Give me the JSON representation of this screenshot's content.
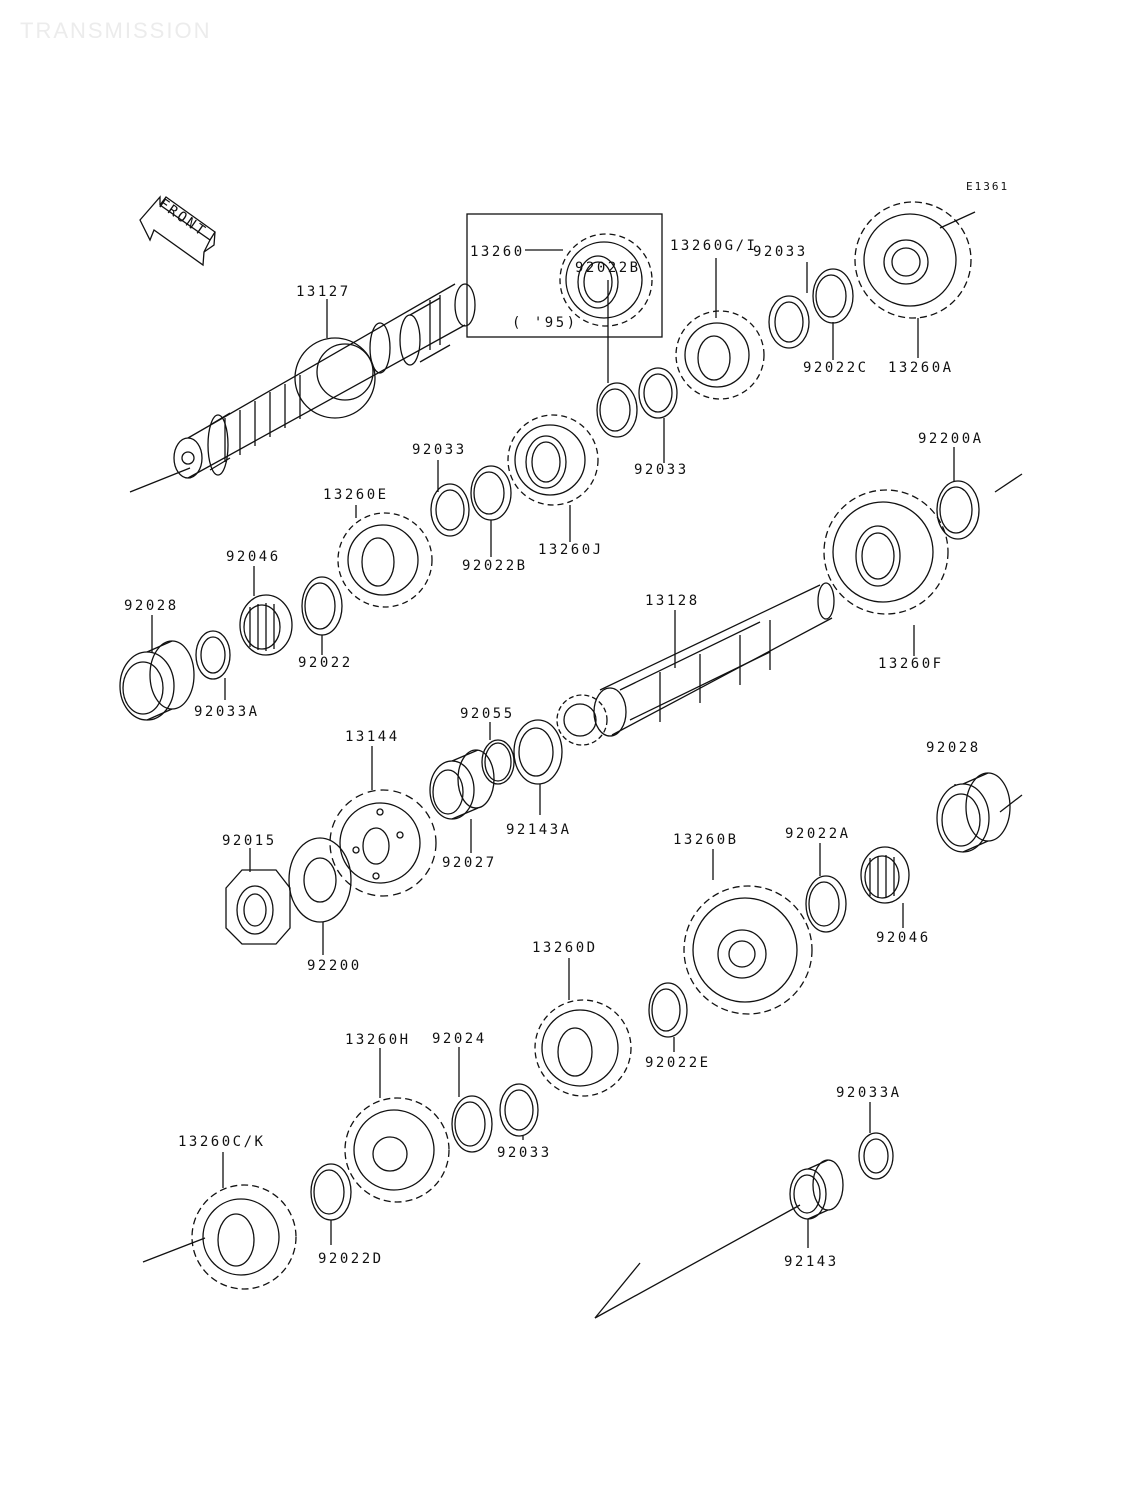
{
  "watermark": "TRANSMISSION",
  "diagram_code": "E1361",
  "front_label": "FRONT",
  "variant_box": {
    "part": "13260",
    "note": "( '95)"
  },
  "labels": {
    "p13127": "13127",
    "p13260": "13260",
    "p92033_a": "92033",
    "p13260gi": "13260G/I",
    "p92022b_a": "92022B",
    "p92022c": "92022C",
    "p13260a": "13260A",
    "p92033_b": "92033",
    "p92033_c": "92033",
    "p13260e": "13260E",
    "p92022b_b": "92022B",
    "p13260j": "13260J",
    "p92200a": "92200A",
    "p92046_a": "92046",
    "p92028_a": "92028",
    "p92022": "92022",
    "p92033a_a": "92033A",
    "p13128": "13128",
    "p13260f": "13260F",
    "p92055": "92055",
    "p13144": "13144",
    "p92028_b": "92028",
    "p92143a": "92143A",
    "p92027": "92027",
    "p92015": "92015",
    "p92200": "92200",
    "p13260b": "13260B",
    "p92022a": "92022A",
    "p92046_b": "92046",
    "p13260d": "13260D",
    "p92022e": "92022E",
    "p13260h": "13260H",
    "p92024": "92024",
    "p92033_d": "92033",
    "p13260ck": "13260C/K",
    "p92022d": "92022D",
    "p92033a_b": "92033A",
    "p92143": "92143"
  },
  "colors": {
    "ink": "#111111",
    "watermark": "#ececec"
  }
}
